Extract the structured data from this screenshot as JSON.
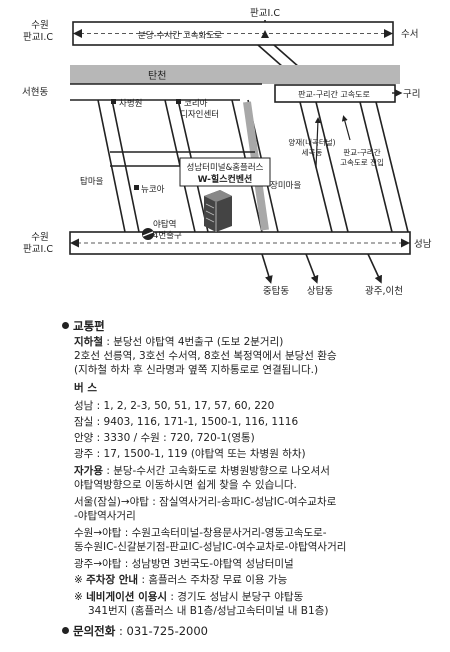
{
  "map": {
    "labels": {
      "suwon_pangyo_top_l1": "수원",
      "suwon_pangyo_top_l2": "판교I.C",
      "pangyo_ic": "판교I.C",
      "suseo": "수서",
      "highway_top": "분당-수서간 고속화도로",
      "tancheon": "탄천",
      "seohyeon": "서현동",
      "pangyo_guri_highway": "판교-구리간 고속도로",
      "guri": "구리",
      "chabyeongwon": "차병원",
      "korea_design_l1": "코리아",
      "korea_design_l2": "디자인센터",
      "venue_l1": "성남터미널&홈플러스",
      "venue_l2": "W-힐스컨벤션",
      "jangmi_maeul": "장미마을",
      "tap_maeul": "탑마을",
      "newcore": "뉴코아",
      "yatap_exit_l1": "야탑역",
      "yatap_exit_l2": "4번출구",
      "yangjae_l1": "양재(내곡터널)",
      "yangjae_l2": "세곡동",
      "pangyo_guri_entry_l1": "판교-구리간",
      "pangyo_guri_entry_l2": "고속도로 진입",
      "suwon_pangyo_bottom_l1": "수원",
      "suwon_pangyo_bottom_l2": "판교I.C",
      "seongnam": "성남",
      "jungtap": "중탑동",
      "sangtap": "상탑동",
      "gwangju_icheon": "광주,이천"
    }
  },
  "info": {
    "transport_heading": "교통편",
    "subway_label": "지하철",
    "subway_line1": " : 분당선 야탑역 4번출구 (도보 2분거리)",
    "subway_line2": "2호선 선릉역, 3호선 수서역, 8호선 복정역에서 분당선 환승",
    "subway_line3": "(지하철 하차 후 신라명과 옆쪽 지하통로로 연결됩니다.)",
    "bus_label": "버  스",
    "bus_seongnam": "성남 : 1, 2, 2-3, 50, 51, 17, 57, 60, 220",
    "bus_jamsil": "잠실 : 9403, 116, 171-1, 1500-1, 116, 1116",
    "bus_anyang": "안양 : 3330 / 수원 : 720, 720-1(영통)",
    "bus_gwangju": "광주 : 17, 1500-1, 119 (야탑역 또는 차병원 하차)",
    "car_label": "자가용",
    "car_line1": " : 분당-수서간 고속화도로 차병원방향으로 나오셔서",
    "car_line2": "야탑역방향으로 이동하시면 쉽게 찾을 수 있습니다.",
    "route_seoul1": "서울(잠실)→야탑 : 잠실역사거리-송파IC-성남IC-여수교차로",
    "route_seoul2": "-야탑역사거리",
    "route_suwon1": "수원→야탑 : 수원고속터미널-창용문사거리-영동고속도로-",
    "route_suwon2": "동수원IC-신갈분기점-판교IC-성남IC-여수교차로-야탑역사거리",
    "route_gwangju": "광주→야탑 : 성남방면 3번국도-야탑역 성남터미널",
    "parking_mark": "※ ",
    "parking_label": "주차장 안내",
    "parking_text": " : 홈플러스 주차장 무료 이용 가능",
    "nav_mark": "※ ",
    "nav_label": "네비게이션 이용시",
    "nav_text1": " : 경기도 성남시 분당구 야탑동",
    "nav_text2": "341번지 (홈플러스 내 B1층/성남고속터미널 내 B1층)",
    "phone_heading": "문의전화",
    "phone_text": " : 031-725-2000"
  }
}
